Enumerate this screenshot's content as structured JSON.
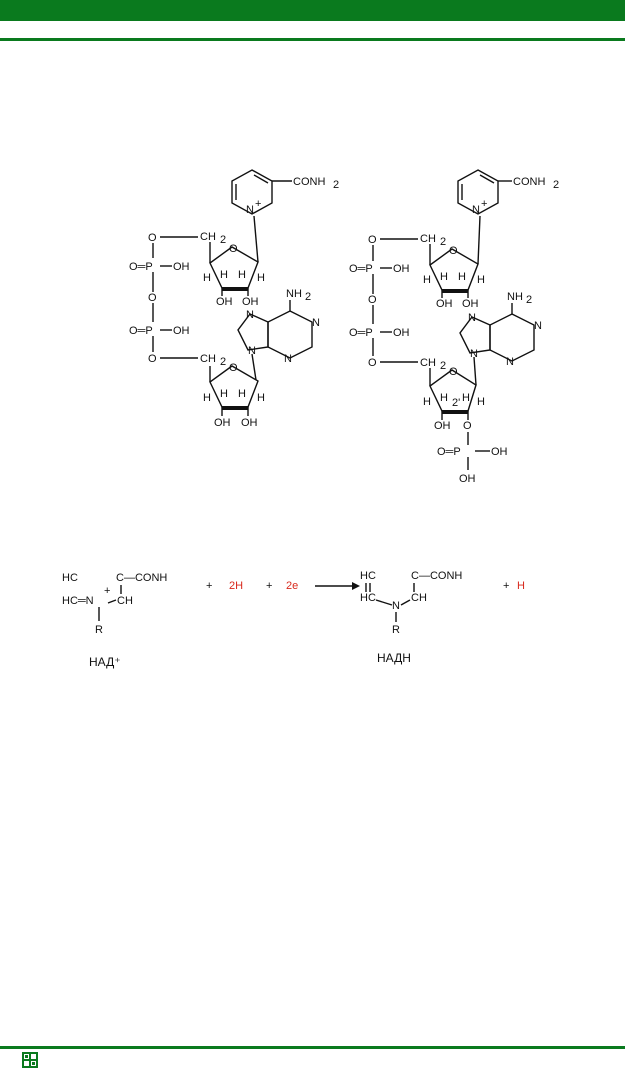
{
  "colors": {
    "accent": "#0a7a1e",
    "highlight": "#d8291d"
  },
  "footer": {
    "logo_icon": "site-logo-icon"
  },
  "structure_labels": {
    "conh2": "CONH",
    "sub2": "2",
    "n_plus": "N",
    "plus": "+",
    "o": "O",
    "ch2": "CH",
    "p": "P",
    "oh": "OH",
    "h": "H",
    "nh2": "NH",
    "n": "N",
    "o_eq_p": "O═P",
    "two_prime": "2'"
  },
  "reaction": {
    "plus": "+",
    "two_h": "2H",
    "two_e": "2e",
    "h_plus": "H",
    "hc": "HC",
    "c_conh2": "C—CONH",
    "hc_eq_n": "HC═N",
    "ch": "CH",
    "n": "N",
    "r": "R",
    "label_left": "НАД⁺",
    "label_right": "НАДН"
  }
}
